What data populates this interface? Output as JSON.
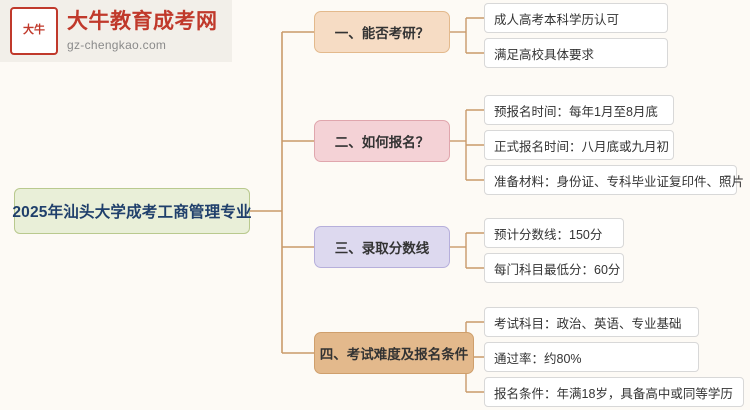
{
  "logo": {
    "mark_text": "大牛",
    "title": "大牛教育成考网",
    "subtitle": "gz-chengkao.com"
  },
  "mindmap": {
    "root": "2025年汕头大学成考工商管理专业",
    "branches": [
      {
        "label": "一、能否考研？",
        "color": "#f6dcc4",
        "leaves": [
          "成人高考本科学历认可",
          "满足高校具体要求"
        ]
      },
      {
        "label": "二、如何报名？",
        "color": "#f4d2d6",
        "leaves": [
          "预报名时间：每年1月至8月底",
          "正式报名时间：八月底或九月初",
          "准备材料：身份证、专科毕业证复印件、照片"
        ]
      },
      {
        "label": "三、录取分数线",
        "color": "#ddd9ef",
        "leaves": [
          "预计分数线：150分",
          "每门科目最低分：60分"
        ]
      },
      {
        "label": "四、考试难度及报名条件",
        "color": "#e3b98c",
        "leaves": [
          "考试科目：政治、英语、专业基础",
          "通过率：约80%",
          "报名条件：年满18岁，具备高中或同等学历"
        ]
      }
    ]
  }
}
